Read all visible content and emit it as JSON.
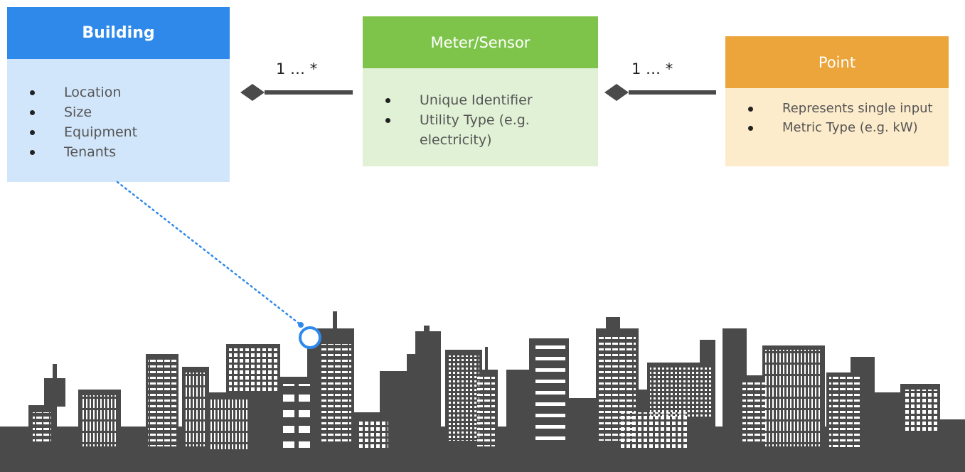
{
  "entities": {
    "building": {
      "title": "Building",
      "items": [
        "Location",
        "Size",
        "Equipment",
        "Tenants"
      ],
      "header_color": "#2f89ea",
      "body_color": "#d2e6fb"
    },
    "meter": {
      "title": "Meter/Sensor",
      "items": [
        "Unique Identifier",
        "Utility Type (e.g. electricity)"
      ],
      "header_color": "#7ec44b",
      "body_color": "#e0f1d5"
    },
    "point": {
      "title": "Point",
      "items": [
        "Represents single input",
        "Metric Type (e.g. kW)"
      ],
      "header_color": "#eba53b",
      "body_color": "#fdeccb"
    }
  },
  "relations": [
    {
      "from": "meter",
      "to": "building",
      "cardinality": "1 … *"
    },
    {
      "from": "point",
      "to": "meter",
      "cardinality": "1 … *"
    }
  ],
  "skyline": {
    "color": "#4a4a4a",
    "marker_color": "#2f89ea"
  }
}
